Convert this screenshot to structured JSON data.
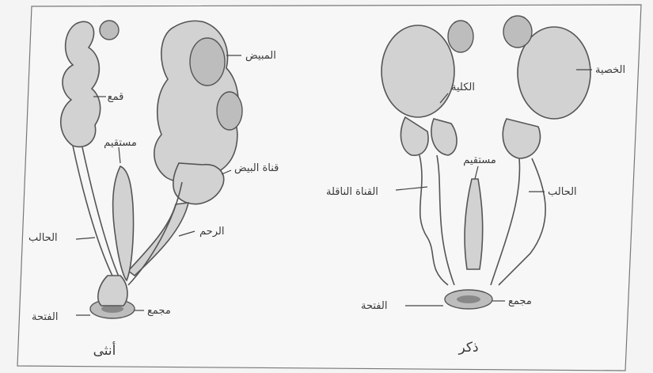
{
  "female": {
    "caption": "أنثى",
    "labels": {
      "ovary": "المبيض",
      "funnel": "قمع",
      "rectum": "مستقيم",
      "oviduct": "قناة البيض",
      "uterus": "الرحم",
      "ureter": "الحالب",
      "cloaca": "مجمع",
      "opening": "الفتحة"
    }
  },
  "male": {
    "caption": "ذكر",
    "labels": {
      "testis": "الخصية",
      "kidney": "الكلية",
      "rectum": "مستقيم",
      "vas": "القناة الناقلة",
      "ureter": "الحالب",
      "cloaca": "مجمع",
      "opening": "الفتحة"
    }
  }
}
